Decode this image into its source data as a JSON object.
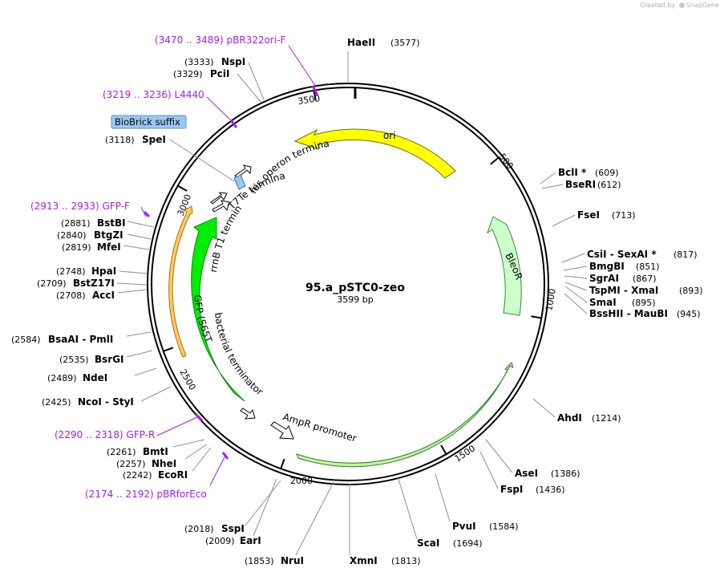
{
  "credit": {
    "prefix": "Created by",
    "brand": "SnapGene"
  },
  "plasmid": {
    "name": "95.a_pSTC0-zeo",
    "size_label": "3599 bp"
  },
  "backbone_ticks": [
    {
      "label": "500"
    },
    {
      "label": "1000"
    },
    {
      "label": "1500"
    },
    {
      "label": "2000"
    },
    {
      "label": "2500"
    },
    {
      "label": "3000"
    },
    {
      "label": "3500"
    }
  ],
  "features": [
    {
      "label": "ori",
      "color": "#ffff00"
    },
    {
      "label": "BleoR",
      "color": "#ccffcc"
    },
    {
      "label": "AmpR",
      "color": "#ccf0a8"
    },
    {
      "label": "GFP (S65T)",
      "color": "#00ee00"
    },
    {
      "label": "GFP-F",
      "color": "#ffcc66"
    },
    {
      "label": "his operon terminator",
      "color": "#ffffff"
    },
    {
      "label": "T7Te terminator",
      "color": "#ffffff"
    },
    {
      "label": "rrnB T1 terminator",
      "color": "#ffffff"
    },
    {
      "label": "bacterial terminator",
      "color": "#ffffff"
    },
    {
      "label": "AmpR promoter",
      "color": "#ffffff"
    },
    {
      "label": "BioBrick suffix",
      "color": "#9cc8f0"
    }
  ],
  "primers": [
    {
      "label": "(3470 .. 3489)  pBR322ori-F"
    },
    {
      "label": "(3219 .. 3236)  L4440"
    },
    {
      "label": "(2913 .. 2933)  GFP-F"
    },
    {
      "label": "(2290 .. 2318)  GFP-R"
    },
    {
      "label": "(2174 .. 2192)  pBRforEco"
    }
  ],
  "enzymes": [
    {
      "name": "HaeII",
      "pos": "(3577)"
    },
    {
      "name": "BclI *",
      "pos": "(609)"
    },
    {
      "name": "BseRI",
      "pos": "(612)"
    },
    {
      "name": "FseI",
      "pos": "(713)"
    },
    {
      "name": "CsiI  - SexAI *",
      "pos": "(817)"
    },
    {
      "name": "BmgBI",
      "pos": "(851)"
    },
    {
      "name": "SgrAI",
      "pos": "(867)"
    },
    {
      "name": "TspMI  - XmaI",
      "pos": "(893)"
    },
    {
      "name": "SmaI",
      "pos": "(895)"
    },
    {
      "name": "BssHII  - MauBI",
      "pos": "(945)"
    },
    {
      "name": "AhdI",
      "pos": "(1214)"
    },
    {
      "name": "AseI",
      "pos": "(1386)"
    },
    {
      "name": "FspI",
      "pos": "(1436)"
    },
    {
      "name": "PvuI",
      "pos": "(1584)"
    },
    {
      "name": "ScaI",
      "pos": "(1694)"
    },
    {
      "name": "XmnI",
      "pos": "(1813)"
    },
    {
      "name": "NruI",
      "pos": "(1853)"
    },
    {
      "name": "EarI",
      "pos": "(2009)"
    },
    {
      "name": "SspI",
      "pos": "(2018)"
    },
    {
      "name": "EcoRI",
      "pos": "(2242)"
    },
    {
      "name": "NheI",
      "pos": "(2257)"
    },
    {
      "name": "BmtI",
      "pos": "(2261)"
    },
    {
      "name": "NcoI  - StyI",
      "pos": "(2425)"
    },
    {
      "name": "NdeI",
      "pos": "(2489)"
    },
    {
      "name": "BsrGI",
      "pos": "(2535)"
    },
    {
      "name": "BsaAI  - PmlI",
      "pos": "(2584)"
    },
    {
      "name": "AccI",
      "pos": "(2708)"
    },
    {
      "name": "BstZ17I",
      "pos": "(2709)"
    },
    {
      "name": "HpaI",
      "pos": "(2748)"
    },
    {
      "name": "MfeI",
      "pos": "(2819)"
    },
    {
      "name": "BtgZI",
      "pos": "(2840)"
    },
    {
      "name": "BstBI",
      "pos": "(2881)"
    },
    {
      "name": "SpeI",
      "pos": "(3118)"
    },
    {
      "name": "PciI",
      "pos": "(3329)"
    },
    {
      "name": "NspI",
      "pos": "(3333)"
    }
  ]
}
